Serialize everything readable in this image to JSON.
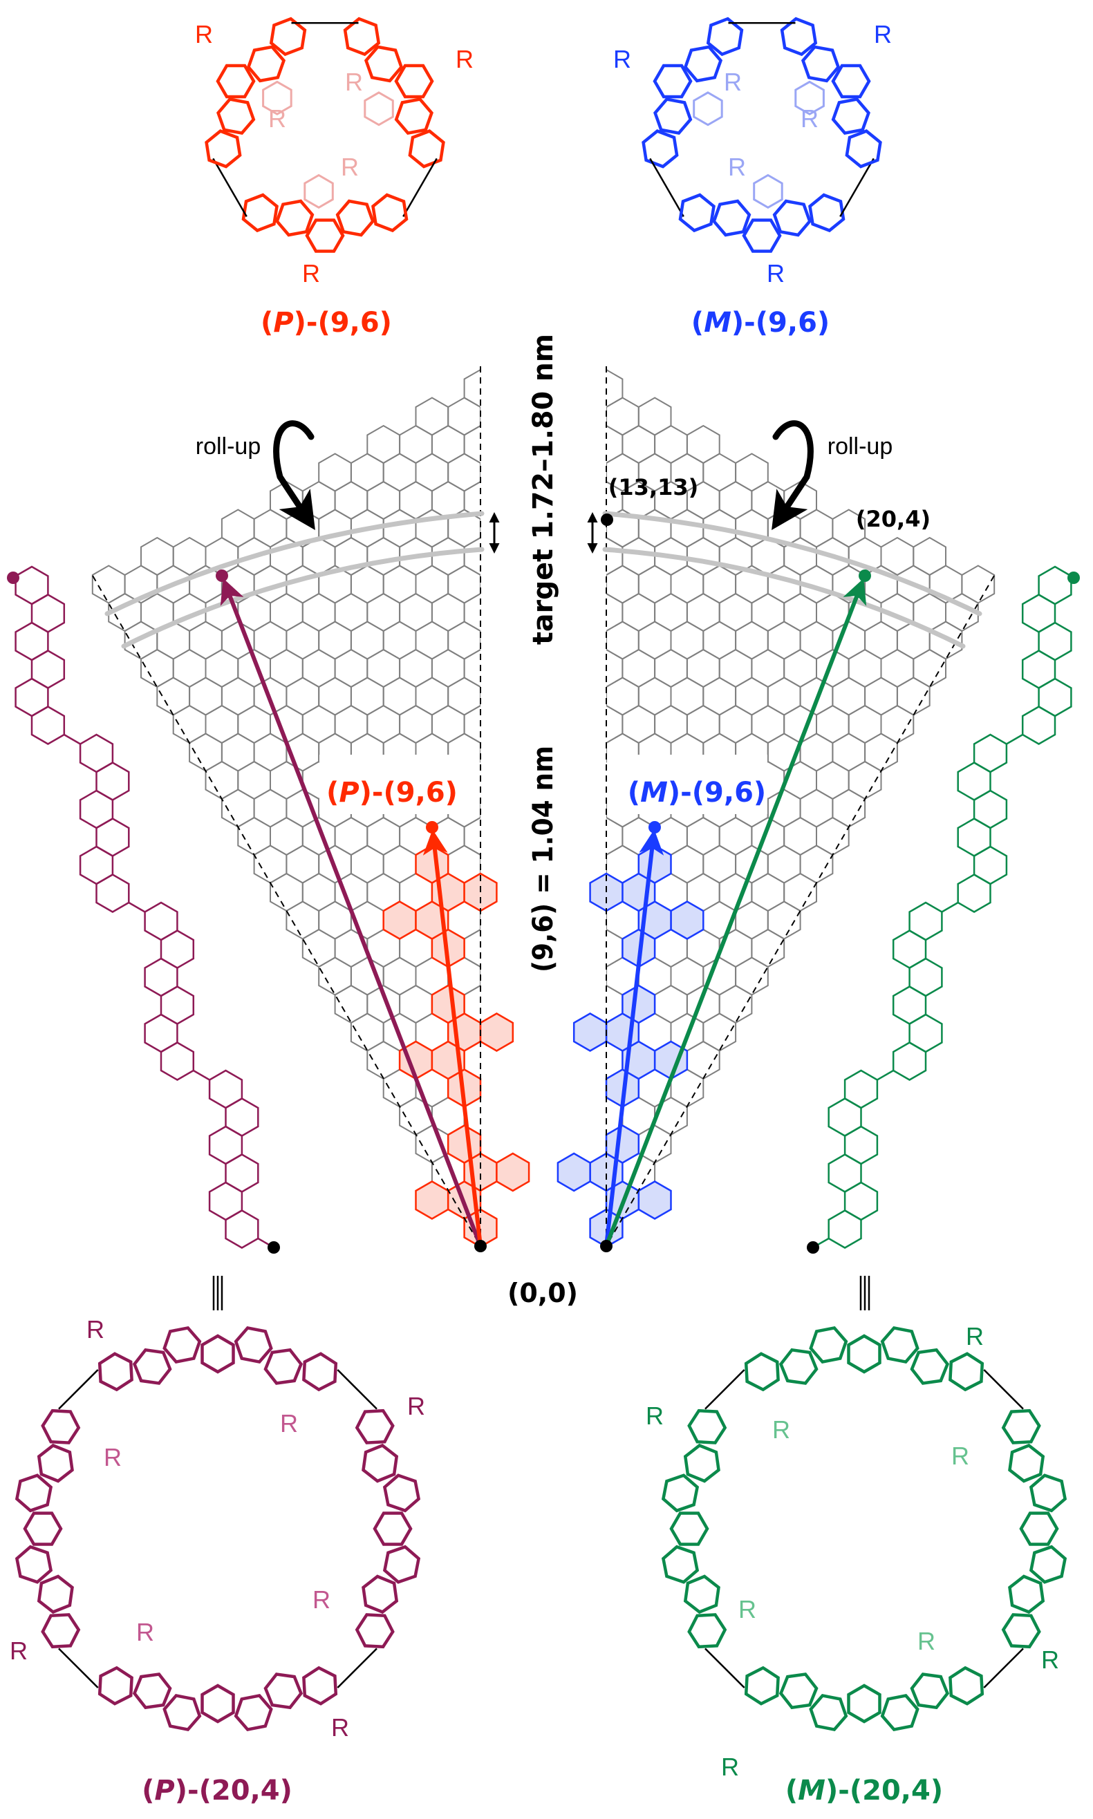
{
  "substituent": "R",
  "structures": {
    "p_9_6": {
      "prefix": "(",
      "descriptor": "P",
      "suffix": ")-(9,6)"
    },
    "m_9_6": {
      "prefix": "(",
      "descriptor": "M",
      "suffix": ")-(9,6)"
    },
    "p_20_4": {
      "prefix": "(",
      "descriptor": "P",
      "suffix": ")-(20,4)"
    },
    "m_20_4": {
      "prefix": "(",
      "descriptor": "M",
      "suffix": ")-(20,4)"
    }
  },
  "lattice": {
    "roll_up_label": "roll-up",
    "point_13_13": "(13,13)",
    "point_20_4": "(20,4)",
    "origin": "(0,0)",
    "target_label": "target 1.72–1.80 nm",
    "diameter_label": "(9,6) = 1.04 nm"
  },
  "colors": {
    "p_9_6": "#ff2a00",
    "p_9_6_pale": "#efaaa8",
    "p_9_6_fill": "#fdd9d2",
    "m_9_6": "#1a3cff",
    "m_9_6_pale": "#9aa6f5",
    "m_9_6_fill": "#d6ddfb",
    "p_20_4": "#8e1a55",
    "p_20_4_pale": "#c2578f",
    "m_20_4": "#0b8a4b",
    "m_20_4_pale": "#66c28f",
    "lattice": "#808080",
    "roll_up_path": "#c4c4c4"
  }
}
